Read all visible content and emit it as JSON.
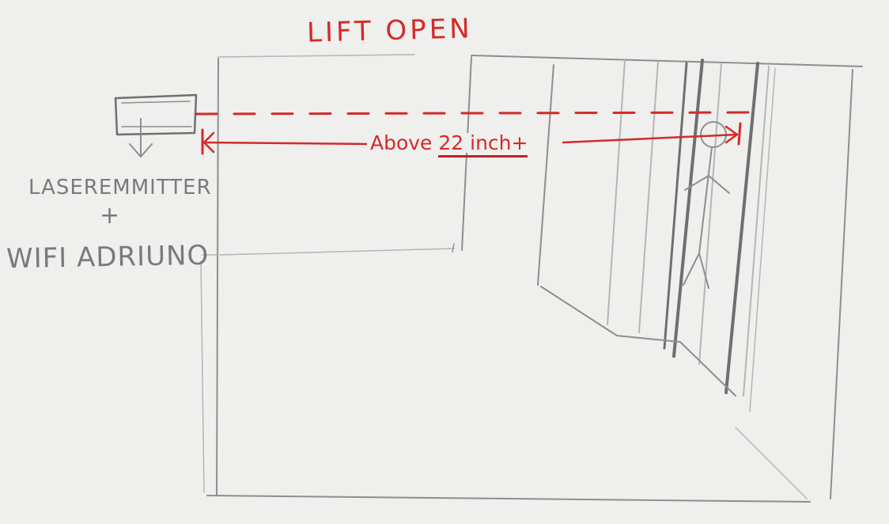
{
  "title": "LIFT OPEN",
  "measurement": {
    "prefix": "Above ",
    "value": "22 inch+"
  },
  "device": {
    "line1": "LASEREMMITTER",
    "plus": "+",
    "line2": "WIFI ADRIUNO"
  },
  "colors": {
    "annotation": "#d32a2a",
    "pencil": "#8e8e8e",
    "paper": "#efefed"
  }
}
